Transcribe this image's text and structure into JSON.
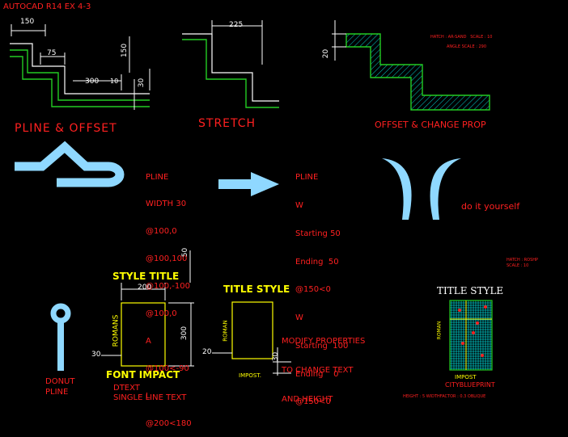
{
  "title": "AUTOCAD R14 EX 4-3",
  "dims": {
    "d150a": "150",
    "d75": "75",
    "d150b": "150",
    "d300": "300",
    "d30a": "30",
    "d10": "10",
    "d225": "225",
    "d20a": "20",
    "d50": "50",
    "d200": "200",
    "d300b": "300",
    "d30b": "30",
    "d20b": "20",
    "d30c": "30"
  },
  "labels": {
    "pline_offset": "PLINE & OFFSET",
    "stretch": "STRETCH",
    "offset_change": "OFFSET & CHANGE PROP",
    "hatch_info_1": "HATCH : AR-SAND   SCALE : 10",
    "hatch_info_2": "ANGLE SCALE : 290",
    "do_it": "do it yourself",
    "hatch_info_3": "HATCH : ROSHP",
    "hatch_info_4": "SCALE : 10",
    "style_title": "STYLE TITLE",
    "font_impact": "FONT IMPACT",
    "romans": "ROMANS",
    "title_style": "TITLE STYLE",
    "roman": "ROMAN",
    "impost": "IMPOST.",
    "modify_1": "MODIFY PROPERTIES",
    "modify_2": "TO CHANGE TEXT",
    "modify_3": "AND HEIGHT",
    "title_style_2": "TITLE STYLE",
    "roman_2": "ROMAN",
    "impost_2": "IMPOST",
    "city_blueprint": "CITYBLUEPRINT",
    "bottom_note": "HEIGHT : 5 WIDTHFACTOR : 0.3 OBLIQUE",
    "donut_1": "DONUT",
    "donut_2": "PLINE",
    "dtext_1": "DTEXT",
    "dtext_2": "SINGLE LINE TEXT"
  },
  "pline_cmds": [
    "PLINE",
    "WIDTH 30",
    "@100,0",
    "@100,100",
    "@100,-100",
    "@100,0",
    "A",
    "@100<-90",
    "L",
    "@200<180"
  ],
  "pline_w_cmds": [
    "PLINE",
    "W",
    "Starting 50",
    "Ending  50",
    "@150<0",
    "W",
    "Starting  100",
    "Ending    0",
    "@150<0"
  ],
  "colors": {
    "red": "#ff2020",
    "yellow": "#ffff00",
    "green": "#22cc22",
    "cyan": "#00ffff",
    "lightblue": "#8fd8ff",
    "white": "#ffffff"
  }
}
